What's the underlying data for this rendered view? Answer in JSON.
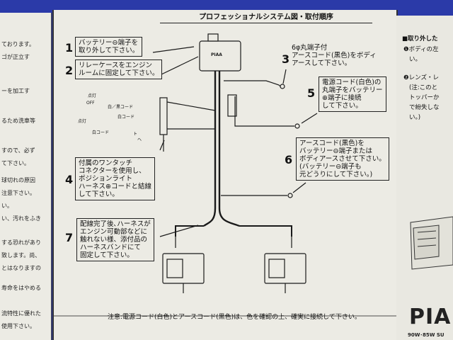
{
  "left_panel_lines": [
    "ております。",
    "ゴが正立す",
    "ーを加工す",
    "るため洗車等",
    "すので、必ず",
    "て下さい。",
    "球切れの原因",
    "注意下さい。",
    "い。",
    "い、汚れをふき",
    "する恐れがあり",
    "致します。尚、",
    "とはなりますの",
    "寿命をはやめる",
    "流特性に優れた",
    "使用下さい。"
  ],
  "main": {
    "title": "プロフェッショナルシステム図・取付順序",
    "relay_brand": "PIAA",
    "switch_labels": [
      "点灯",
      "OFF",
      "白／黒コード",
      "白コード",
      "点灯",
      "白コード",
      "ト",
      "ヘ"
    ],
    "steps": [
      {
        "num": "1",
        "text": "バッテリー⊖端子を\n取り外して下さい。"
      },
      {
        "num": "2",
        "text": "リレーケースをエンジン\nルームに固定して下さい。"
      },
      {
        "num": "3",
        "text": "6φ丸端子付\nアースコード(黒色)をボディ\nアースして下さい。"
      },
      {
        "num": "4",
        "text": "付属のワンタッチ\nコネクターを使用し、\nポジションライト\nハーネス⊕コードと結線\nして下さい。"
      },
      {
        "num": "5",
        "text": "電源コード(白色)の\n丸端子をバッテリー\n⊕端子に接続\nして下さい。"
      },
      {
        "num": "6",
        "text": "アースコード(黒色)を\nバッテリー⊖端子または\nボディアースさせて下さい。\n(バッテリー⊖端子も\n元どうりにして下さい。)"
      },
      {
        "num": "7",
        "text": "配線完了後､ハーネスが\nエンジン可動部などに\n触れない様、添付品の\nハーネスバンドにて\n固定して下さい。"
      }
    ],
    "note": "注意:電源コード(白色)とアースコード(黒色)は、色を確認の上、確実に接続して下さい。"
  },
  "right_panel": {
    "heading": "■取り外した",
    "lines": [
      "❶ボディの左",
      "い。",
      "❷レンズ・レ",
      "(注:このと",
      "トッパーか",
      "で紛失しな",
      "い。)"
    ],
    "brand": "PIA",
    "sub": "90W･85W SU"
  },
  "colors": {
    "background": "#2b3aa8",
    "paper": "#ecebe4",
    "ink": "#111111"
  }
}
